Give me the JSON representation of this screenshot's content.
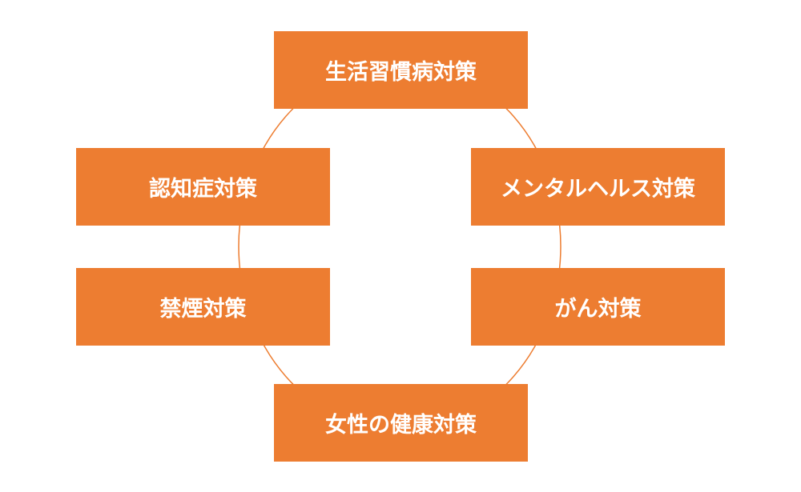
{
  "colors": {
    "node_fill": "#ED7D31",
    "node_text": "#ffffff",
    "ring_stroke": "#ED7D31",
    "background": "#ffffff"
  },
  "cycle": {
    "nodes": [
      {
        "label": "生活習慣病対策"
      },
      {
        "label": "メンタルヘルス対策"
      },
      {
        "label": "がん対策"
      },
      {
        "label": "女性の健康対策"
      },
      {
        "label": "禁煙対策"
      },
      {
        "label": "認知症対策"
      }
    ]
  }
}
